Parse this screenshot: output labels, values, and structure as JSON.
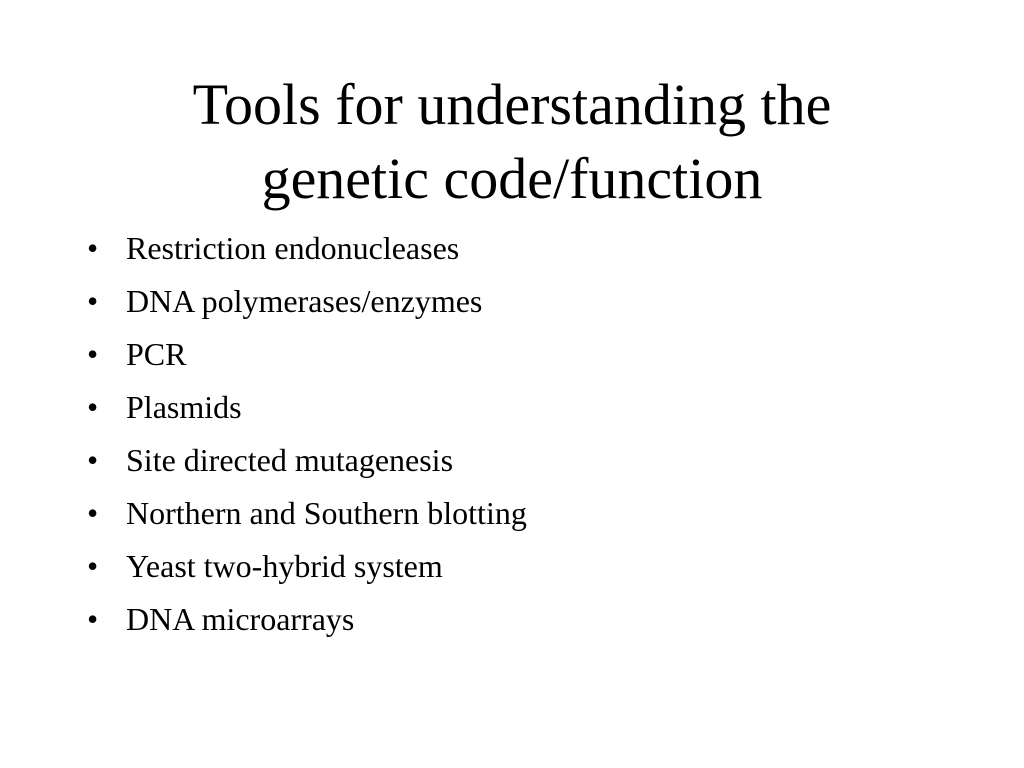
{
  "slide": {
    "title_lines": [
      "Tools for understanding the",
      "genetic code/function"
    ],
    "bullet_glyph": "•",
    "bullets": [
      "Restriction endonucleases",
      "DNA polymerases/enzymes",
      "PCR",
      "Plasmids",
      "Site directed mutagenesis",
      "Northern and Southern blotting",
      "Yeast two-hybrid system",
      "DNA microarrays"
    ]
  }
}
